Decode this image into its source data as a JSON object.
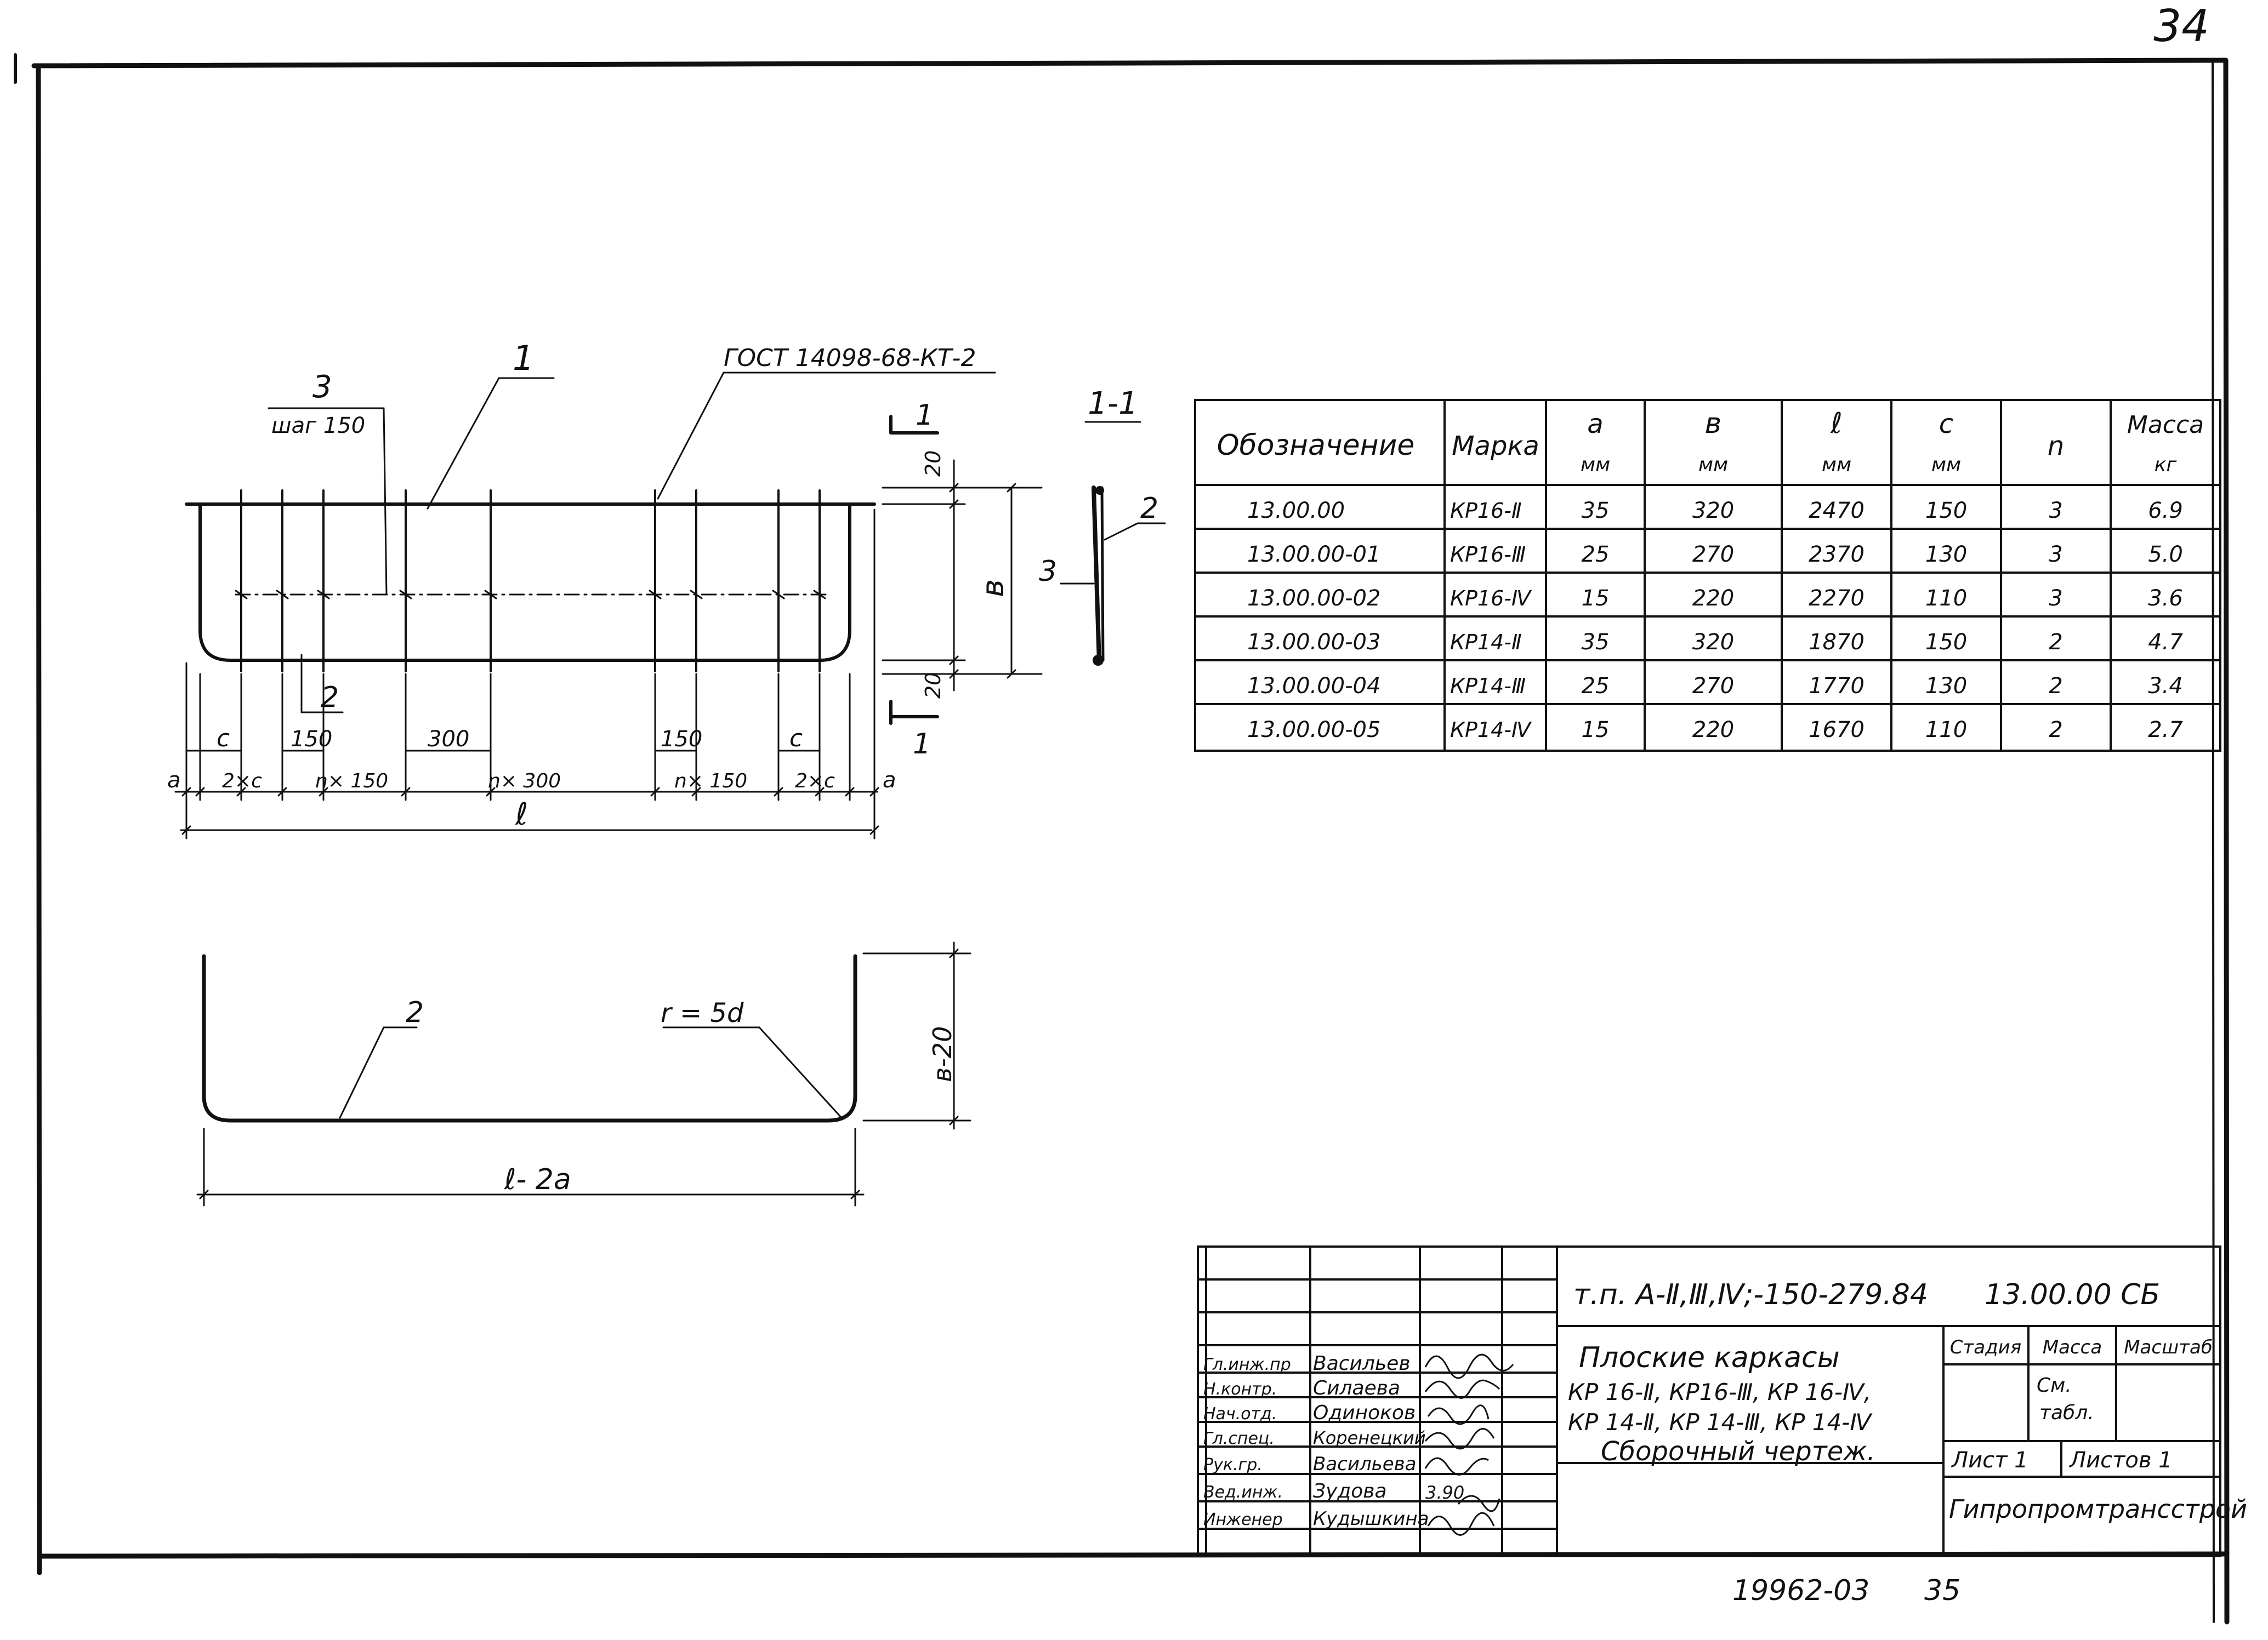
{
  "page_number": "34",
  "drawing": {
    "leader_1": "1",
    "gost_note": "ГОСТ 14098-68-КТ-2",
    "leader_3": "3",
    "step_note": "шаг 150",
    "leader_2": "2",
    "section_title": "1-1",
    "section_mark": "1",
    "dim_c": "c",
    "dim_150": "150",
    "dim_300": "300",
    "dim_a": "a",
    "dim_2xc": "2×c",
    "dim_nx150": "n× 150",
    "dim_nx300": "n× 300",
    "dim_l": "ℓ",
    "dim_b": "в",
    "dim_20": "20",
    "sec_label_2": "2",
    "sec_label_3": "3",
    "bottom_label_2": "2",
    "radius_note": "r = 5d",
    "dim_b_minus_20": "в-20",
    "dim_l_minus_2a": "ℓ- 2a"
  },
  "spec_table": {
    "headers": [
      {
        "top": "Обозначение",
        "bottom": ""
      },
      {
        "top": "Марка",
        "bottom": ""
      },
      {
        "top": "a",
        "bottom": "мм"
      },
      {
        "top": "в",
        "bottom": "мм"
      },
      {
        "top": "ℓ",
        "bottom": "мм"
      },
      {
        "top": "c",
        "bottom": "мм"
      },
      {
        "top": "n",
        "bottom": ""
      },
      {
        "top": "Масса",
        "bottom": "кг"
      }
    ],
    "rows": [
      [
        "13.00.00",
        "КР16-Ⅱ",
        "35",
        "320",
        "2470",
        "150",
        "3",
        "6.9"
      ],
      [
        "13.00.00-01",
        "КР16-Ⅲ",
        "25",
        "270",
        "2370",
        "130",
        "3",
        "5.0"
      ],
      [
        "13.00.00-02",
        "КР16-Ⅳ",
        "15",
        "220",
        "2270",
        "110",
        "3",
        "3.6"
      ],
      [
        "13.00.00-03",
        "КР14-Ⅱ",
        "35",
        "320",
        "1870",
        "150",
        "2",
        "4.7"
      ],
      [
        "13.00.00-04",
        "КР14-Ⅲ",
        "25",
        "270",
        "1770",
        "130",
        "2",
        "3.4"
      ],
      [
        "13.00.00-05",
        "КР14-Ⅳ",
        "15",
        "220",
        "1670",
        "110",
        "2",
        "2.7"
      ]
    ]
  },
  "title_block": {
    "project_code": "т.п. А-Ⅱ,Ⅲ,Ⅳ;-150-279.84",
    "doc_code": "13.00.00 СБ",
    "title_lines": [
      "Плоские каркасы",
      "КР 16-Ⅱ, КР16-Ⅲ, КР 16-Ⅳ,",
      "КР 14-Ⅱ, КР 14-Ⅲ, КР 14-Ⅳ",
      "Сборочный чертеж."
    ],
    "stage_label": "Стадия",
    "mass_label": "Масса",
    "scale_label": "Масштаб",
    "mass_value_1": "См.",
    "mass_value_2": "табл.",
    "sheet_label": "Лист 1",
    "sheets_label": "Листов 1",
    "organization": "Гипропромтрансстрой",
    "signatures": [
      {
        "role": "Гл.инж.пр",
        "name": "Васильев"
      },
      {
        "role": "Н.контр.",
        "name": "Силаева"
      },
      {
        "role": "Нач.отд.",
        "name": "Одиноков"
      },
      {
        "role": "Гл.спец.",
        "name": "Коренецкий"
      },
      {
        "role": "Рук.гр.",
        "name": "Васильева"
      },
      {
        "role": "Вед.инж.",
        "name": "Зудова"
      },
      {
        "role": "Инженер",
        "name": "Кудышкина"
      }
    ],
    "date_note": "3.90"
  },
  "footer": {
    "archive_number": "19962-03",
    "archive_page": "35"
  }
}
